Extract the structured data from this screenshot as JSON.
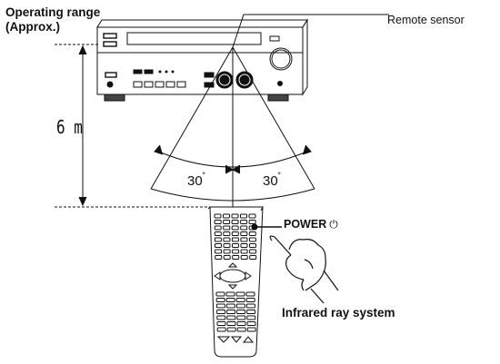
{
  "title_line1": "Operating range",
  "title_line2": "(Approx.)",
  "sensor_label": "Remote sensor",
  "distance_label": "6 m",
  "angle_left_label": "30",
  "angle_right_label": "30",
  "degree_symbol": "˚",
  "power_label": "POWER",
  "power_symbol": "⏻",
  "system_label": "Infrared ray system",
  "icons": [
    "receiver-icon",
    "remote-control-icon",
    "hand-icon",
    "power-symbol-icon"
  ]
}
